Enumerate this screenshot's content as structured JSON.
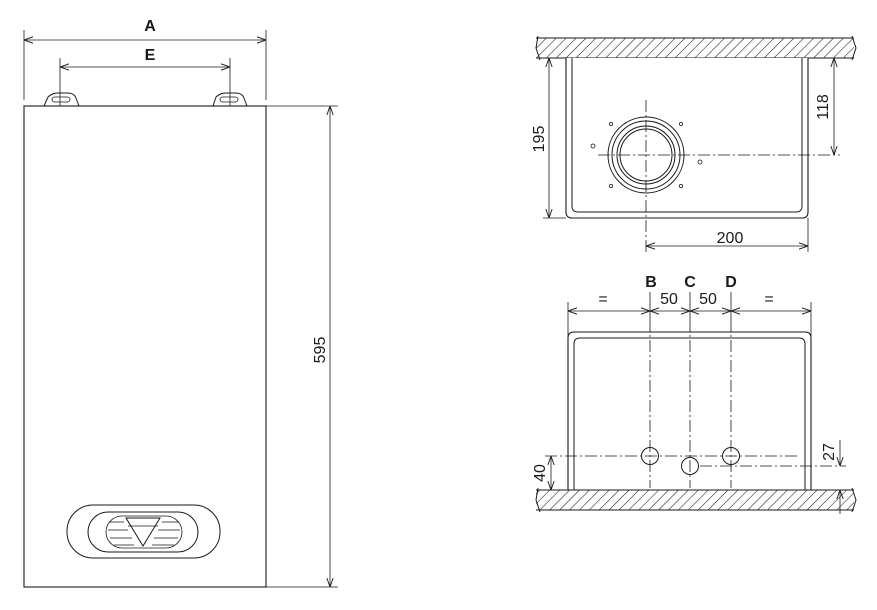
{
  "labels": {
    "A": "A",
    "E": "E",
    "B": "B",
    "C": "C",
    "D": "D"
  },
  "dimensions": {
    "height_595": "595",
    "depth_195": "195",
    "offset_118": "118",
    "width_200": "200",
    "spacing_50_left": "50",
    "spacing_50_right": "50",
    "equal_left": "=",
    "equal_right": "=",
    "height_40": "40",
    "height_27": "27"
  }
}
